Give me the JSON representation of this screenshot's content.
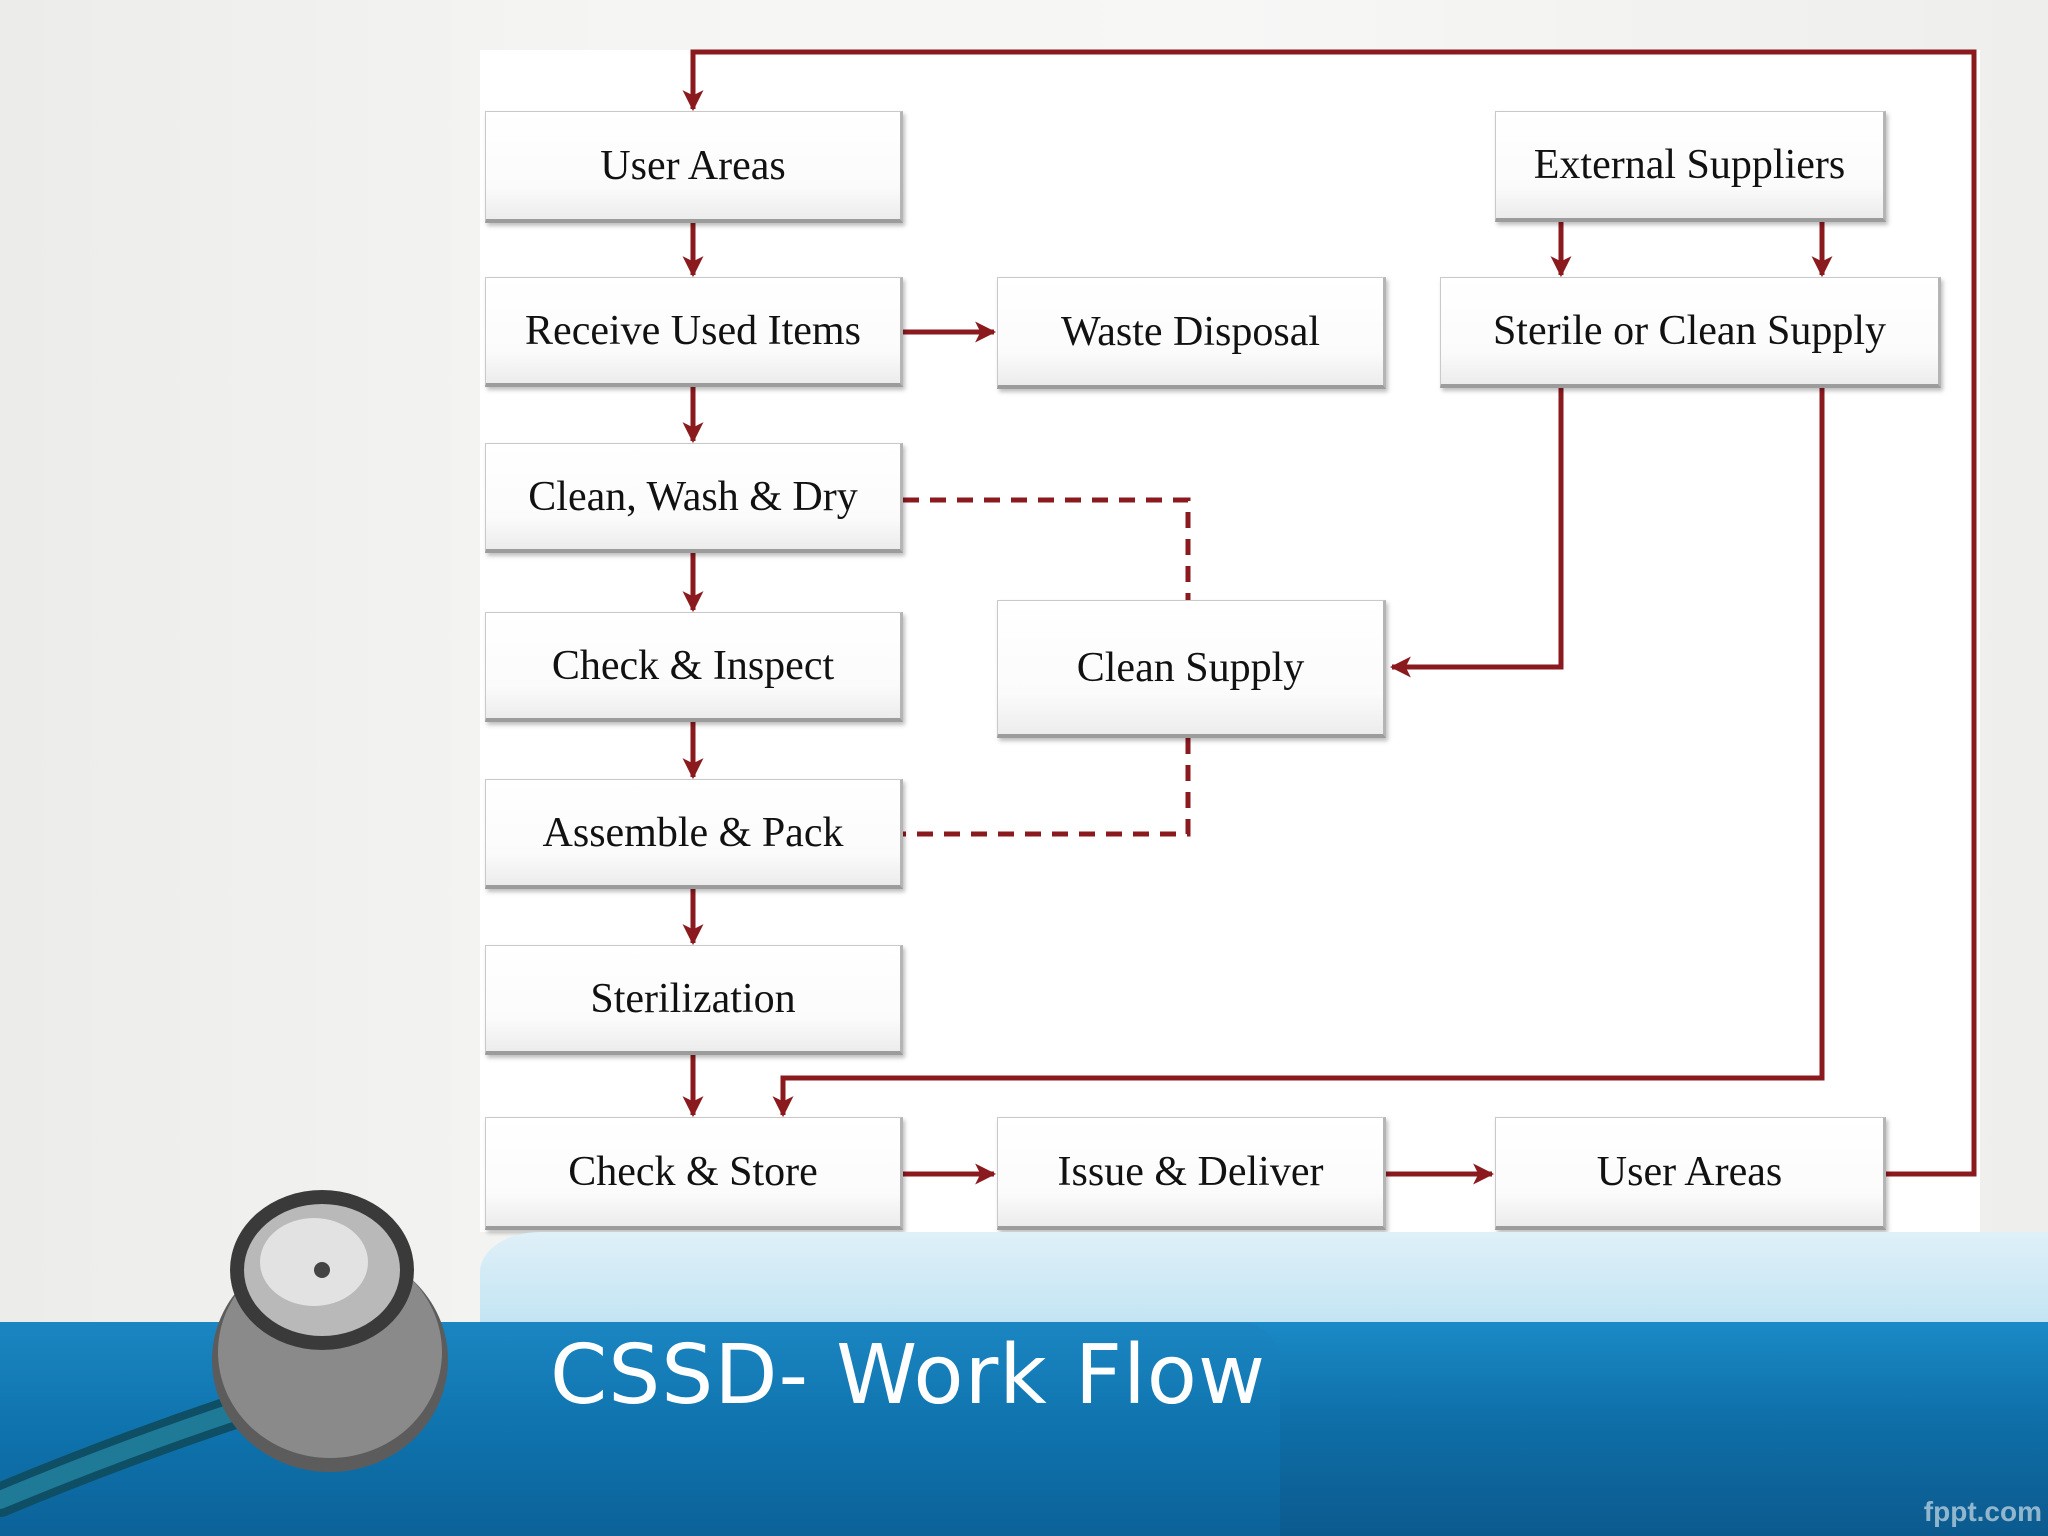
{
  "slide": {
    "title": "CSSD- Work Flow",
    "watermark": "fppt.com"
  },
  "nodes": {
    "user_areas_top": "User Areas",
    "receive_used_items": "Receive Used Items",
    "waste_disposal": "Waste Disposal",
    "clean_wash_dry": "Clean, Wash & Dry",
    "check_inspect": "Check & Inspect",
    "clean_supply": "Clean Supply",
    "assemble_pack": "Assemble & Pack",
    "sterilization": "Sterilization",
    "check_store": "Check & Store",
    "issue_deliver": "Issue & Deliver",
    "user_areas_bottom": "User Areas",
    "external_suppliers": "External Suppliers",
    "sterile_clean_supply": "Sterile or Clean Supply"
  },
  "colors": {
    "arrow": "#8b1a1f",
    "footer": "#0f6fa8",
    "title_text": "#ffffff"
  },
  "edges": [
    {
      "from": "User Areas",
      "to": "Receive Used Items",
      "style": "solid"
    },
    {
      "from": "Receive Used Items",
      "to": "Waste Disposal",
      "style": "solid"
    },
    {
      "from": "Receive Used Items",
      "to": "Clean, Wash & Dry",
      "style": "solid"
    },
    {
      "from": "Clean, Wash & Dry",
      "to": "Check & Inspect",
      "style": "solid"
    },
    {
      "from": "Check & Inspect",
      "to": "Assemble & Pack",
      "style": "solid"
    },
    {
      "from": "Assemble & Pack",
      "to": "Sterilization",
      "style": "solid"
    },
    {
      "from": "Sterilization",
      "to": "Check & Store",
      "style": "solid"
    },
    {
      "from": "Check & Store",
      "to": "Issue & Deliver",
      "style": "solid"
    },
    {
      "from": "Issue & Deliver",
      "to": "User Areas",
      "style": "solid"
    },
    {
      "from": "User Areas",
      "to": "User Areas",
      "style": "solid"
    },
    {
      "from": "External Suppliers",
      "to": "Sterile or Clean Supply",
      "style": "solid"
    },
    {
      "from": "Sterile or Clean Supply",
      "to": "Clean Supply",
      "style": "solid"
    },
    {
      "from": "Sterile or Clean Supply",
      "to": "Check & Store",
      "style": "solid"
    },
    {
      "from": "Clean Supply",
      "to": "Clean, Wash & Dry",
      "style": "dashed"
    },
    {
      "from": "Clean Supply",
      "to": "Assemble & Pack",
      "style": "dashed"
    }
  ]
}
